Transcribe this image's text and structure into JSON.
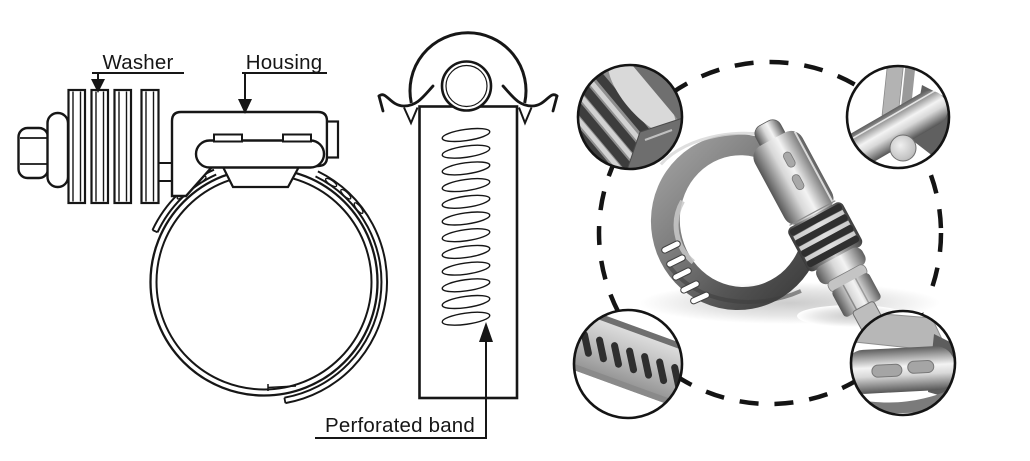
{
  "labels": {
    "washer": "Washer",
    "housing": "Housing",
    "perforated_band": "Perforated band"
  },
  "colors": {
    "background": "#ffffff",
    "line": "#161616",
    "outline_black": "#141414",
    "steel_light": "#f3f3f3",
    "steel_mid": "#b9b9b9",
    "steel_dark": "#565656",
    "groove_dark": "#2f2f2f",
    "shadow": "#d9d9d9"
  },
  "diagram": {
    "side_view": {
      "washer_count": 4,
      "band_slot_count": 5
    },
    "front_view": {
      "perforation_count": 12
    },
    "photo_view": {
      "detail_circle_count": 4,
      "band_perforation_count": 5
    }
  }
}
